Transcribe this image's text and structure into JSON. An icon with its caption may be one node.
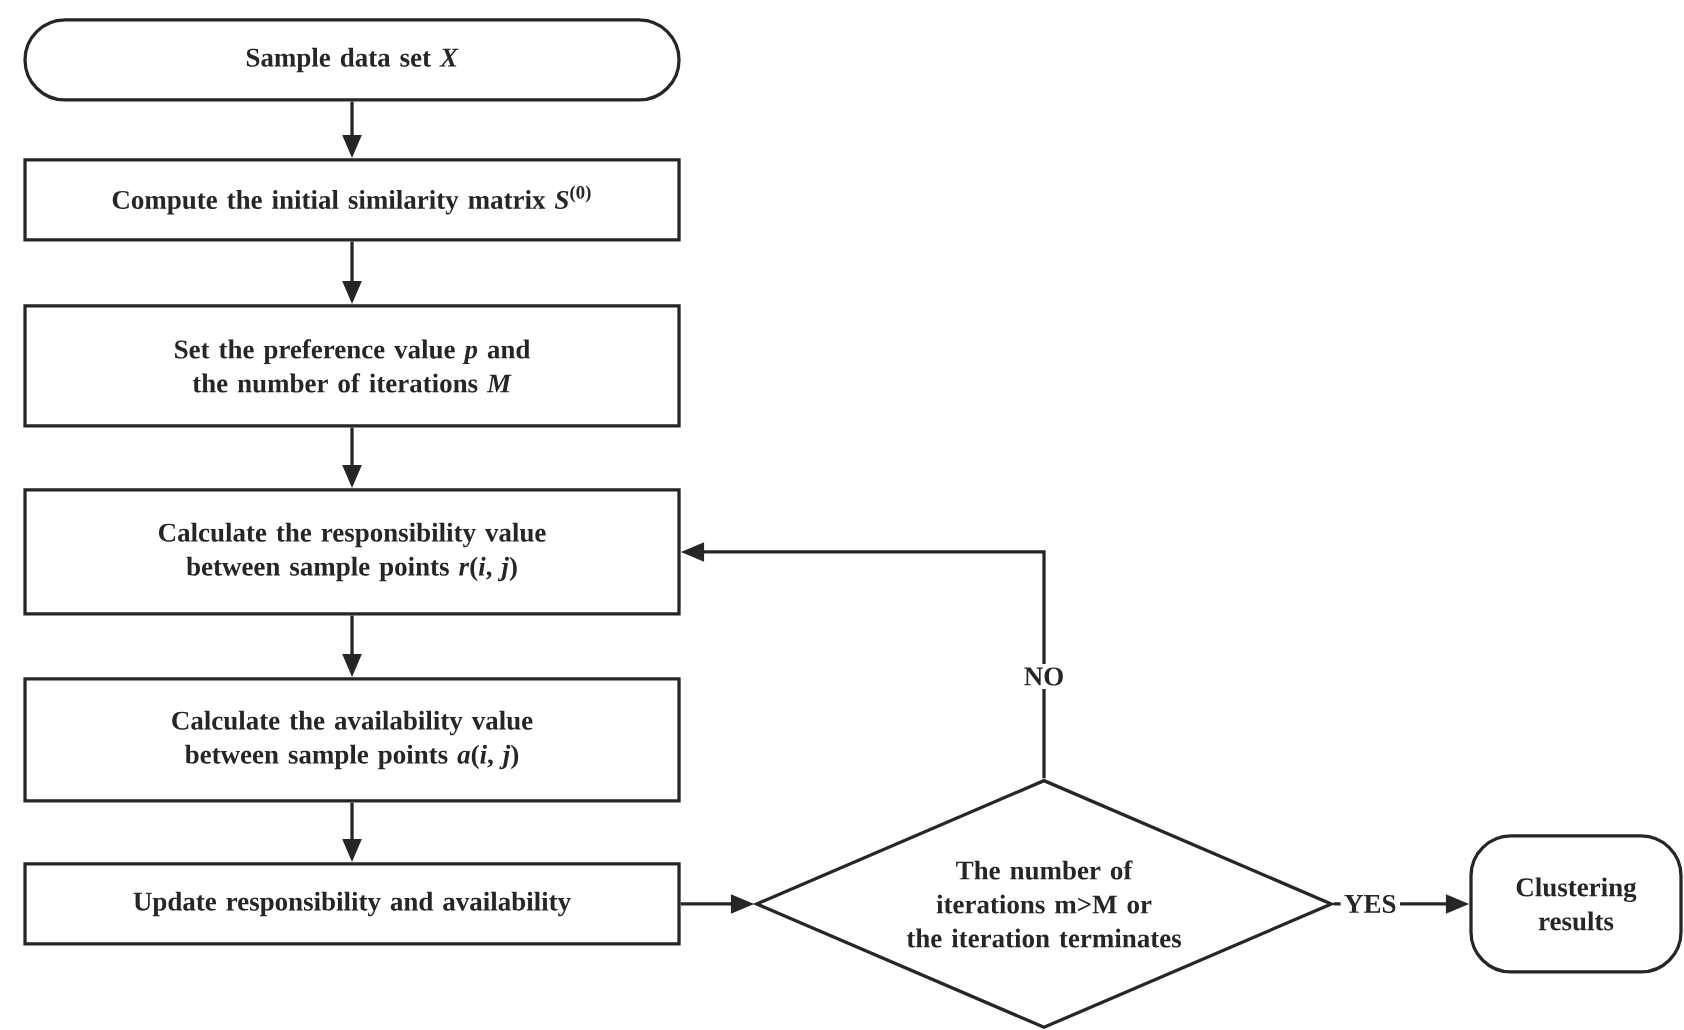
{
  "diagram": {
    "nodes": [
      {
        "text": [
          "Sample data set *X*"
        ]
      },
      {
        "text": [
          "Compute the initial similarity matrix *S*$^{(0)}$"
        ]
      },
      {
        "text": [
          "Set the preference value *p* and the number of iterations *M*"
        ]
      },
      {
        "text": [
          "Calculate the responsibility value between sample points *r*(*i*, *j*)"
        ]
      },
      {
        "text": [
          "Calculate the availability value between sample points *a*(*i*, *j*)"
        ]
      },
      {
        "text": [
          "Update responsibility and availability"
        ]
      },
      {
        "text": [
          "The number of iterations m>M or the iteration terminates"
        ]
      },
      {
        "text": [
          "Clustering results"
        ]
      }
    ],
    "edges": [
      {
        "from": 0,
        "to": 1,
        "arrow": "to"
      },
      {
        "from": 1,
        "to": 2,
        "arrow": "to"
      },
      {
        "from": 2,
        "to": 3,
        "arrow": "to"
      },
      {
        "from": 3,
        "to": 4,
        "arrow": "to"
      },
      {
        "from": 4,
        "to": 5,
        "arrow": "to"
      },
      {
        "from": 5,
        "to": 6,
        "arrow": "to"
      },
      {
        "from": 6,
        "to": 3,
        "arrow": "to",
        "label": "NO"
      },
      {
        "from": 6,
        "to": 7,
        "arrow": "to",
        "label": "YES"
      }
    ]
  }
}
